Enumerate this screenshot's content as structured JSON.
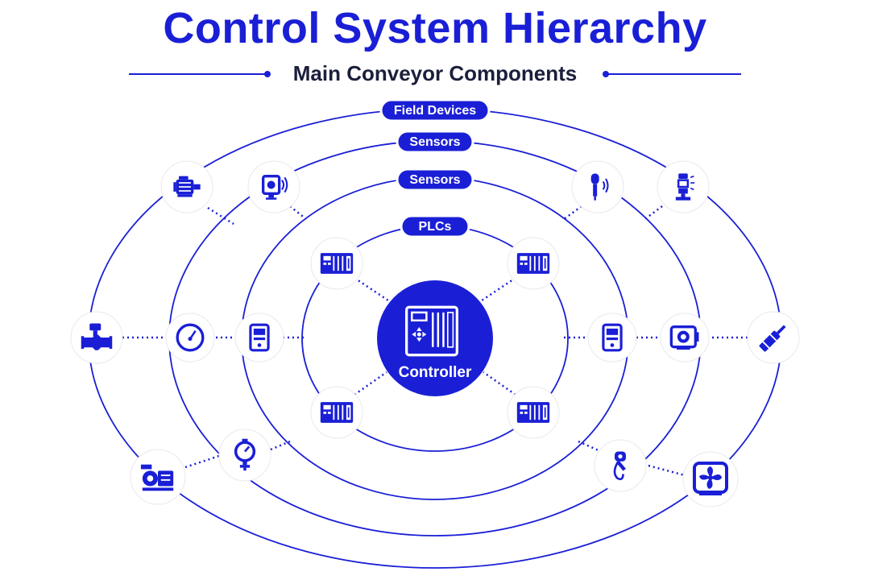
{
  "header": {
    "title": "Control System Hierarchy",
    "subtitle": "Main Conveyor Components"
  },
  "colors": {
    "accent": "#1a1fd6",
    "text_dark": "#1b1f3b",
    "node_fill": "#ffffff"
  },
  "rings": [
    {
      "label": "Field Devices"
    },
    {
      "label": "Sensors"
    },
    {
      "label": "Sensors"
    },
    {
      "label": "PLCs"
    }
  ],
  "center": {
    "label": "Controller",
    "icon": "controller-icon"
  },
  "nodes": [
    {
      "icon": "motor-icon"
    },
    {
      "icon": "proximity-sensor-icon"
    },
    {
      "icon": "microphone-sensor-icon"
    },
    {
      "icon": "stack-light-icon"
    },
    {
      "icon": "plc-rack-icon"
    },
    {
      "icon": "plc-rack-icon"
    },
    {
      "icon": "solenoid-valve-icon"
    },
    {
      "icon": "gauge-icon"
    },
    {
      "icon": "handheld-meter-icon"
    },
    {
      "icon": "handheld-meter-icon"
    },
    {
      "icon": "camera-sensor-icon"
    },
    {
      "icon": "pneumatic-cylinder-icon"
    },
    {
      "icon": "plc-rack-icon"
    },
    {
      "icon": "plc-rack-icon"
    },
    {
      "icon": "pump-motor-icon"
    },
    {
      "icon": "pressure-gauge-icon"
    },
    {
      "icon": "temperature-probe-icon"
    },
    {
      "icon": "fan-icon"
    }
  ]
}
